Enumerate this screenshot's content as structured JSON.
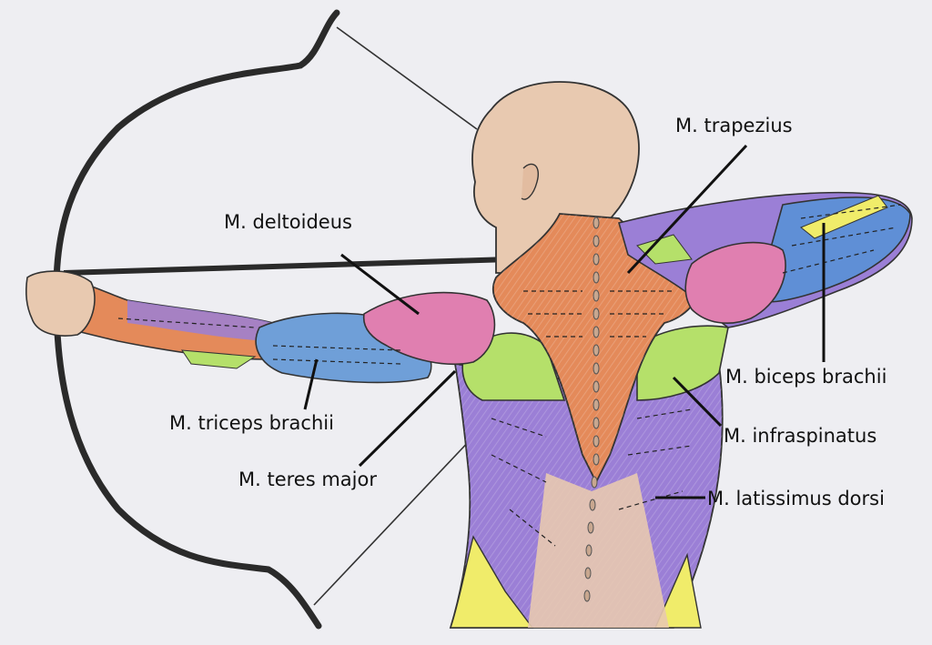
{
  "labels": {
    "trapezius": "M. trapezius",
    "deltoideus": "M. deltoideus",
    "biceps": "M. biceps brachii",
    "infraspinatus": "M. infraspinatus",
    "triceps": "M. triceps brachii",
    "teres": "M. teres major",
    "latissimus": "M. latissimus dorsi"
  },
  "colors": {
    "paper": "#eeeef2",
    "skin": "#e8c9b0",
    "trapezius": "#e48a5a",
    "deltoid": "#e07fb0",
    "triceps": "#6f9fd8",
    "biceps": "#5f8fd6",
    "latissimus": "#9b7fd6",
    "infraspinatus": "#b5e06a",
    "yellow": "#f0ec6a",
    "bow": "#2a2a2a"
  }
}
